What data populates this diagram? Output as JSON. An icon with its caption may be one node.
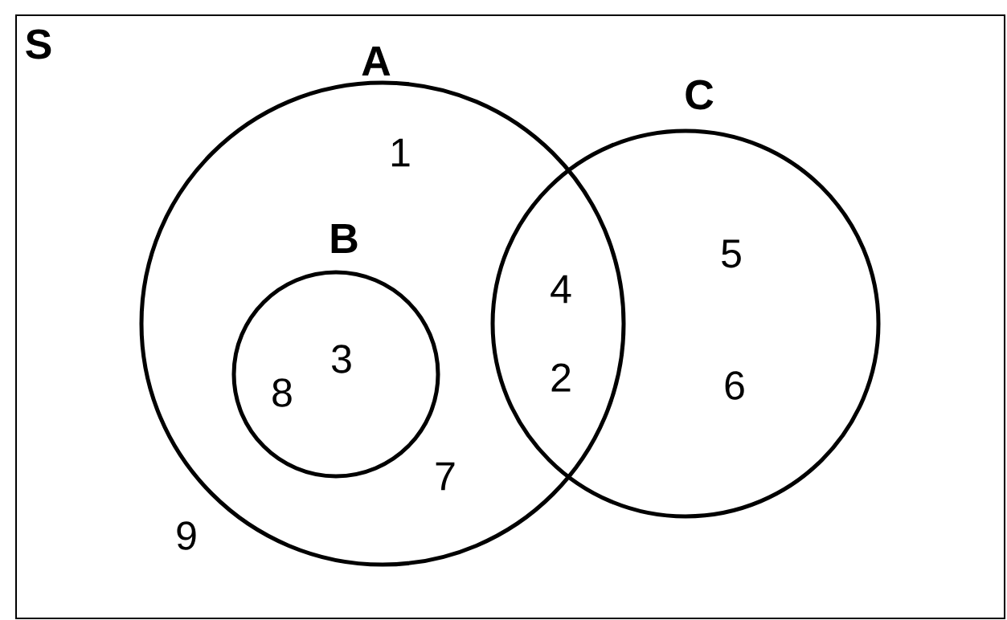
{
  "diagram": {
    "nodes": [
      {
        "text": [
          "S"
        ]
      },
      {
        "text": [
          "A"
        ],
        "in": 0
      },
      {
        "text": [
          "B"
        ],
        "in": 1
      },
      {
        "text": [
          "C"
        ],
        "in": 0
      }
    ],
    "labels": [
      "1",
      "5",
      "4",
      "3",
      "2",
      "6",
      "8",
      "7",
      "9"
    ]
  }
}
